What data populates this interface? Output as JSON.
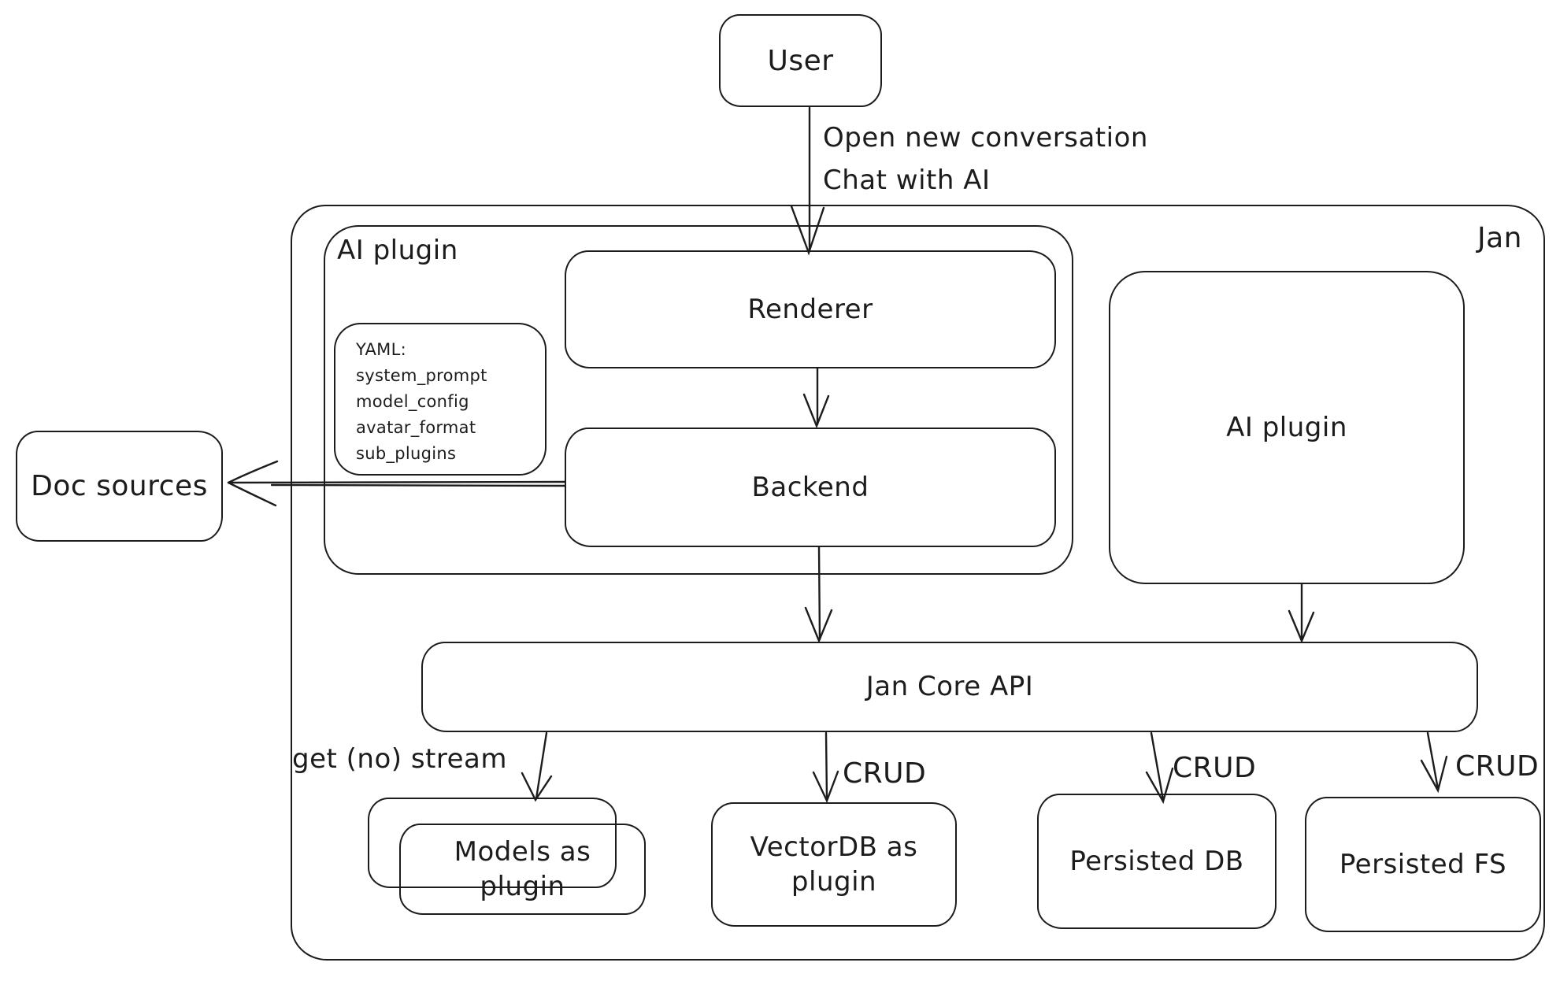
{
  "diagram": {
    "colors": {
      "ink": "#1c1c1c",
      "background": "#ffffff"
    },
    "jan_label": "Jan",
    "nodes": {
      "user": "User",
      "ai_plugin_group": "AI plugin",
      "renderer": "Renderer",
      "backend": "Backend",
      "yaml_note": {
        "title": "YAML:",
        "lines": [
          "system_prompt",
          "model_config",
          "avatar_format",
          "sub_plugins"
        ]
      },
      "doc_sources": "Doc sources",
      "ai_plugin_box": "AI plugin",
      "jan_core_api": "Jan Core API",
      "models_as_plugin": "Models as plugin",
      "vectordb_as_plugin": "VectorDB as plugin",
      "persisted_db": "Persisted DB",
      "persisted_fs": "Persisted FS"
    },
    "edge_labels": {
      "user_to_renderer_line1": "Open new conversation",
      "user_to_renderer_line2": "Chat with AI",
      "api_to_models": "get (no) stream",
      "api_to_vectordb": "CRUD",
      "api_to_persisted_db": "CRUD",
      "api_to_persisted_fs": "CRUD"
    }
  }
}
